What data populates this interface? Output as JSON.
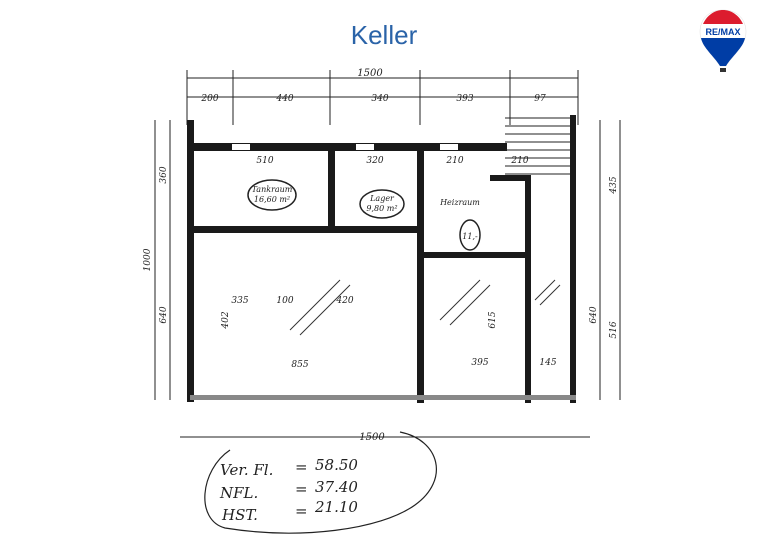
{
  "page": {
    "title": "Keller"
  },
  "logo": {
    "text": "RE/MAX",
    "colors": {
      "red": "#dc1c2e",
      "blue": "#003da5"
    }
  },
  "plan": {
    "overall_top": "1500",
    "overall_bottom": "1500",
    "top_segments": [
      "200",
      "440",
      "340",
      "393",
      "97"
    ],
    "left_overall": "1000",
    "left_segments": [
      "360",
      "640"
    ],
    "right_segments": [
      "435",
      "516",
      "640"
    ],
    "rooms": [
      {
        "name": "Tankraum",
        "area": "16,60 m²"
      },
      {
        "name": "Lager",
        "area": "9,80 m²"
      },
      {
        "name": "Heizraum",
        "area": "11,-"
      }
    ],
    "inner_dims": [
      "510",
      "320",
      "210",
      "210",
      "335",
      "100",
      "420",
      "855",
      "395",
      "145",
      "615",
      "402"
    ]
  },
  "notes": [
    {
      "label": "Ver. Fl.",
      "value": "58.50"
    },
    {
      "label": "NFL.",
      "value": "37.40"
    },
    {
      "label": "HST.",
      "value": "21.10"
    }
  ]
}
